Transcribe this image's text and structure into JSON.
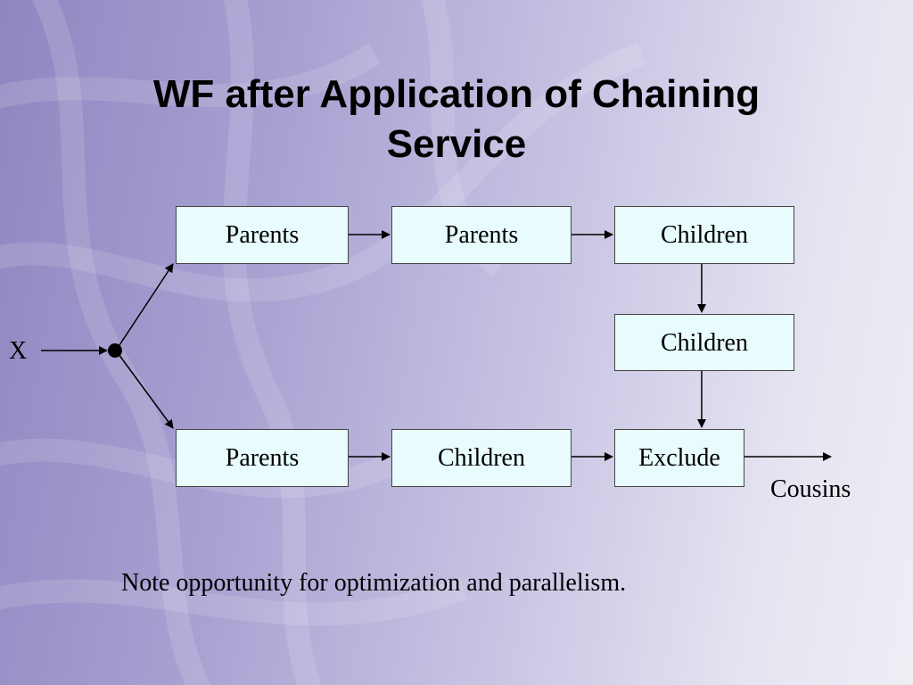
{
  "slide": {
    "title_line1": "WF after Application of Chaining",
    "title_line2": "Service",
    "note": "Note opportunity for optimization and parallelism."
  },
  "diagram": {
    "input_label": "X",
    "output_label": "Cousins",
    "nodes": {
      "top1": "Parents",
      "top2": "Parents",
      "top3": "Children",
      "mid3": "Children",
      "bot1": "Parents",
      "bot2": "Children",
      "bot3": "Exclude"
    }
  },
  "colors": {
    "box_fill": "#e8fbfd",
    "box_border": "#444444",
    "arrow": "#000000"
  }
}
